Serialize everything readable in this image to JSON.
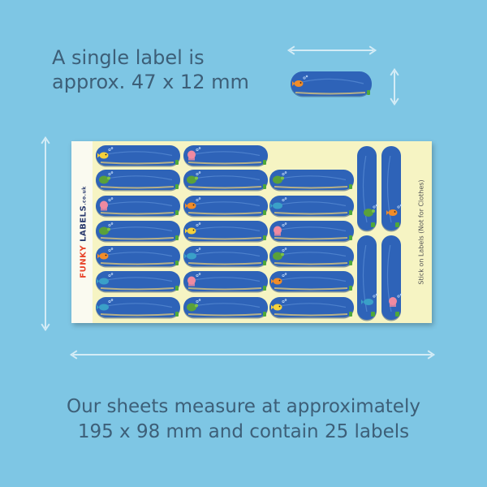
{
  "header": {
    "line1": "A single label is",
    "line2": "approx. 47 x 12 mm"
  },
  "footer": {
    "line1": "Our sheets measure at approximately",
    "line2": "195 x 98 mm and contain 25 labels"
  },
  "sheet": {
    "brand_word1": "FUNKY",
    "brand_word2": "LABELS",
    "brand_domain": ".co.uk",
    "side_note": "Stick on Labels (Not for Clothes)"
  },
  "colors": {
    "background": "#7ec6e4",
    "text": "#3d5f78",
    "label_blue": "#2e63b8",
    "sheet_cream": "#f6f4c3"
  },
  "icons": [
    "yellow-fish-icon",
    "pink-octopus-icon",
    "green-turtle-icon",
    "orange-fish-icon",
    "blue-whale-icon"
  ]
}
